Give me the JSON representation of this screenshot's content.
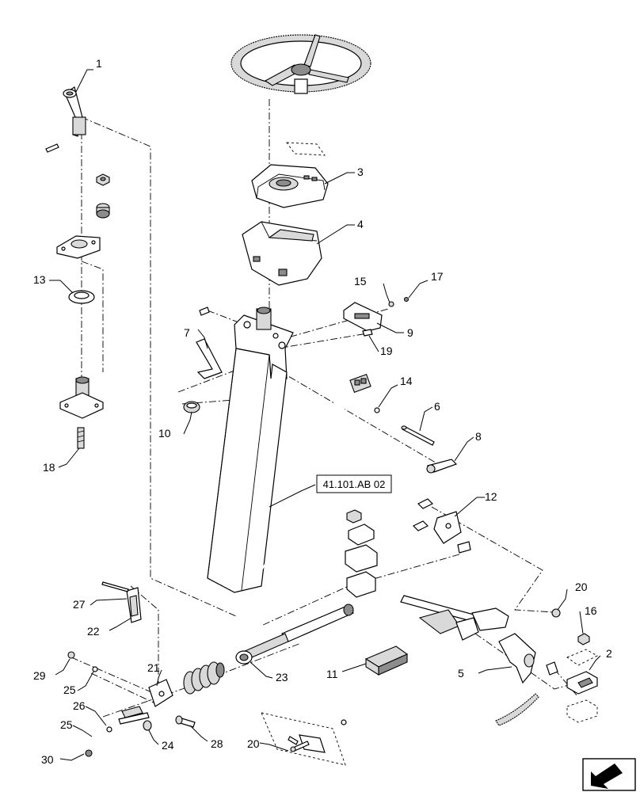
{
  "callouts": {
    "c1": "1",
    "c2": "2",
    "c3": "3",
    "c4": "4",
    "c5": "5",
    "c6": "6",
    "c7": "7",
    "c8": "8",
    "c9": "9",
    "c10": "10",
    "c11": "11",
    "c12": "12",
    "c13": "13",
    "c14": "14",
    "c15": "15",
    "c16": "16",
    "c17": "17",
    "c18": "18",
    "c19": "19",
    "c20a": "20",
    "c20b": "20",
    "c21": "21",
    "c22": "22",
    "c23": "23",
    "c24": "24",
    "c25a": "25",
    "c25b": "25",
    "c26": "26",
    "c27": "27",
    "c28": "28",
    "c29": "29",
    "c30": "30"
  },
  "reference": {
    "label": "41.101.AB 02"
  },
  "icons": {
    "nav_corner": "view-direction-arrow-icon"
  }
}
